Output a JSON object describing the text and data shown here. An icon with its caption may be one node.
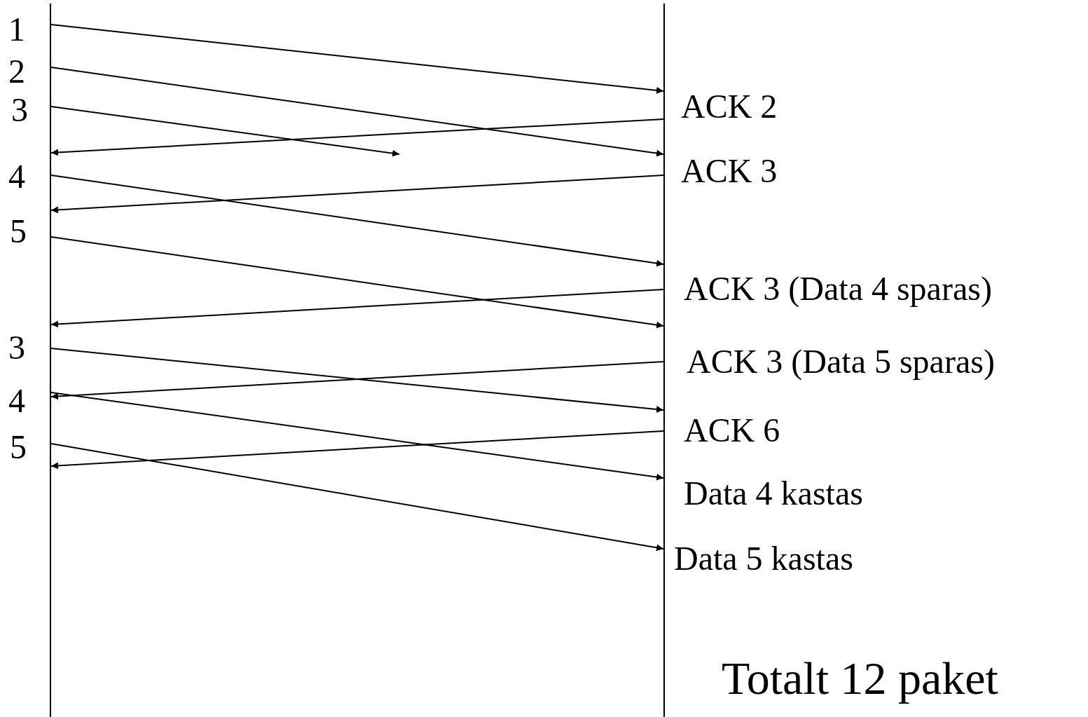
{
  "diagram": {
    "nodes": [
      {
        "text": [],
        "shape": "line"
      },
      {
        "text": [],
        "shape": "line"
      }
    ],
    "edges": [
      {
        "from": 0,
        "to": 1,
        "arrow": "to",
        "label": "1"
      },
      {
        "from": 0,
        "to": 1,
        "arrow": "to",
        "label": "2"
      },
      {
        "from": 0,
        "to": null,
        "arrow": "to",
        "label": "3"
      },
      {
        "from": 1,
        "to": 0,
        "arrow": "to",
        "label": "ACK 2"
      },
      {
        "from": 0,
        "to": 1,
        "arrow": "to",
        "label": "4"
      },
      {
        "from": 1,
        "to": 0,
        "arrow": "to",
        "label": "ACK 3"
      },
      {
        "from": 0,
        "to": 1,
        "arrow": "to",
        "label": "5"
      },
      {
        "from": 1,
        "to": 0,
        "arrow": "to",
        "label": "ACK 3 (Data 4 sparas)"
      },
      {
        "from": 0,
        "to": 1,
        "arrow": "to",
        "label": "3"
      },
      {
        "from": 1,
        "to": 0,
        "arrow": "to",
        "label": "ACK 3 (Data 5 sparas)"
      },
      {
        "from": 0,
        "to": 1,
        "arrow": "to",
        "label": "4"
      },
      {
        "from": 1,
        "to": 0,
        "arrow": "to",
        "label": "ACK 6"
      },
      {
        "from": 0,
        "to": 1,
        "arrow": "to",
        "label": "5"
      }
    ],
    "labels": [
      "Data 4 kastas",
      "Data 5 kastas",
      "Totalt 12 paket"
    ]
  }
}
